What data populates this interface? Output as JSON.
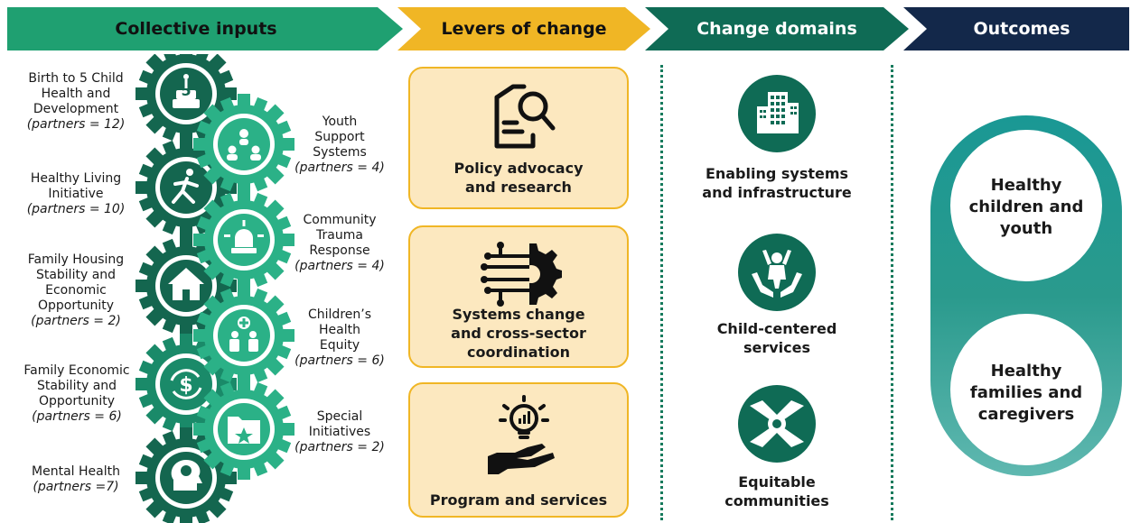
{
  "header": {
    "inputs": "Collective inputs",
    "levers": "Levers of change",
    "domains": "Change domains",
    "outcomes": "Outcomes"
  },
  "inputs_left": [
    {
      "line1": "Birth to 5 Child",
      "line2": "Health and",
      "line3": "Development",
      "partners": "(partners = 12)"
    },
    {
      "line1": "Healthy Living",
      "line2": "Initiative",
      "line3": "",
      "partners": "(partners = 10)"
    },
    {
      "line1": "Family Housing",
      "line2": "Stability and",
      "line3": "Economic",
      "line4": "Opportunity",
      "partners": "(partners = 2)"
    },
    {
      "line1": "Family Economic",
      "line2": "Stability and",
      "line3": "Opportunity",
      "partners": "(partners = 6)"
    },
    {
      "line1": "Mental Health",
      "partners": "(partners =7)"
    }
  ],
  "inputs_right": [
    {
      "line1": "Youth",
      "line2": "Support",
      "line3": "Systems",
      "partners": "(partners = 4)"
    },
    {
      "line1": "Community",
      "line2": "Trauma",
      "line3": "Response",
      "partners": "(partners = 4)"
    },
    {
      "line1": "Children’s",
      "line2": "Health",
      "line3": "Equity",
      "partners": "(partners = 6)"
    },
    {
      "line1": "Special",
      "line2": "Initiatives",
      "partners": "(partners = 2)"
    }
  ],
  "levers": [
    {
      "line1": "Policy advocacy",
      "line2": "and research",
      "icon": "document-search-icon"
    },
    {
      "line1": "Systems change",
      "line2": "and cross-sector",
      "line3": "coordination",
      "icon": "circuit-gear-icon"
    },
    {
      "line1": "Program and services",
      "icon": "lightbulb-hand-icon"
    }
  ],
  "domains": [
    {
      "line1": "Enabling systems",
      "line2": "and infrastructure",
      "icon": "buildings-icon"
    },
    {
      "line1": "Child-centered",
      "line2": "services",
      "icon": "child-hands-icon"
    },
    {
      "line1": "Equitable",
      "line2": "communities",
      "icon": "joined-hands-icon"
    }
  ],
  "outcomes": [
    {
      "line1": "Healthy",
      "line2": "children and",
      "line3": "youth"
    },
    {
      "line1": "Healthy",
      "line2": "families and",
      "line3": "caregivers"
    }
  ],
  "colors": {
    "inputs": "#1fa071",
    "levers": "#f0b625",
    "domains": "#0f6b55",
    "outcomes": "#13284a",
    "gear_dark": "#14664f",
    "gear_light": "#2bb187",
    "outcome_ring": "#1f9c94"
  }
}
